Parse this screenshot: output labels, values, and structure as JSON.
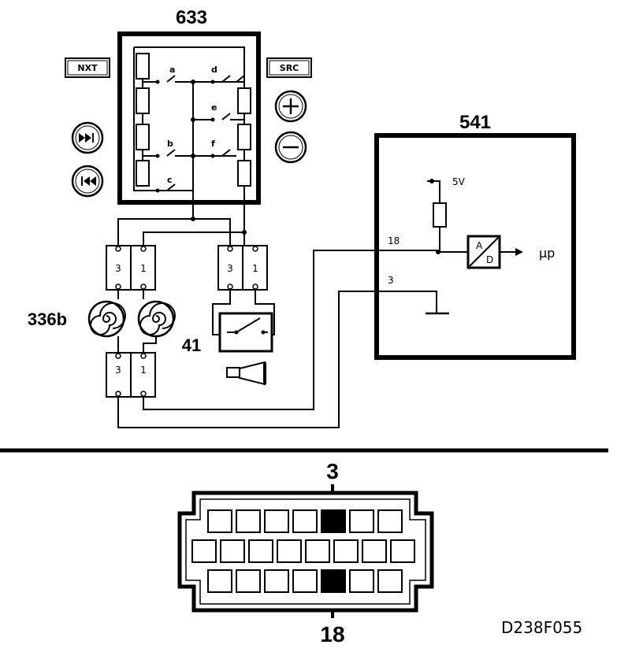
{
  "components": {
    "switch_module": "633",
    "ecu": "541",
    "speakers": "336b",
    "horn_switch": "41"
  },
  "buttons": {
    "nxt": "NXT",
    "src": "SRC",
    "plus": "+",
    "minus": "−",
    "fast_forward": "▶▶",
    "rewind": "◀◀"
  },
  "switches": [
    "a",
    "b",
    "c",
    "d",
    "e",
    "f"
  ],
  "connector_labels": {
    "left_top_a": "3",
    "left_top_b": "1",
    "right_top_a": "3",
    "right_top_b": "1",
    "left_bottom_a": "3",
    "left_bottom_b": "1"
  },
  "ecu_detail": {
    "supply": "5V",
    "pin_18": "18",
    "pin_3": "3",
    "adc_a": "A",
    "adc_d": "D",
    "output": "µp"
  },
  "plug": {
    "top_pin": "3",
    "bottom_pin": "18"
  },
  "reference": "D238F055"
}
